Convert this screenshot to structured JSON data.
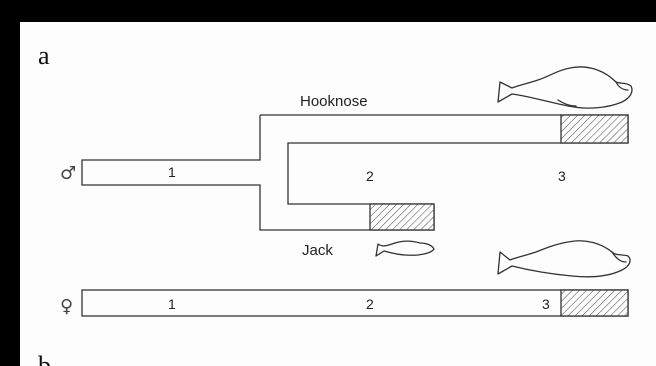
{
  "panel_a_label": "a",
  "panel_b_label": "b",
  "male_symbol": "♂",
  "female_symbol": "♀",
  "male": {
    "hooknose_label": "Hooknose",
    "jack_label": "Jack",
    "stage_labels": [
      "1",
      "2",
      "3"
    ]
  },
  "female": {
    "stage_labels": [
      "1",
      "2",
      "3"
    ]
  },
  "icons": [
    "salmon-icon"
  ],
  "colors": {
    "background": "#fdfdfd",
    "ink": "#333333",
    "frame": "#000000"
  }
}
